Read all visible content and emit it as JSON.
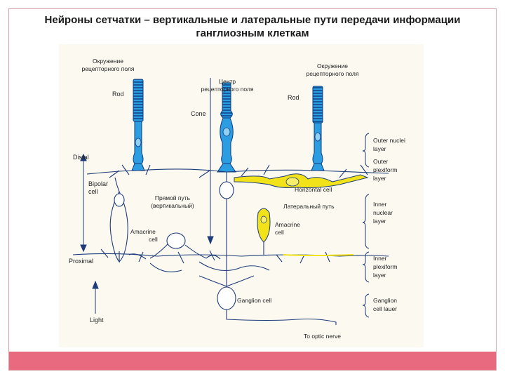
{
  "title": {
    "line1": "Нейроны сетчатки – вертикальные и латеральные пути передачи информации",
    "line2": "ганглиозным клеткам"
  },
  "labels": {
    "surround_left_1": "Окружение",
    "surround_left_2": "рецепторного поля",
    "surround_right_1": "Окружение",
    "surround_right_2": "рецепторного поля",
    "center_1": "Центр",
    "center_2": "рецепторного поля",
    "rod_left": "Rod",
    "rod_right": "Rod",
    "cone": "Cone",
    "distal": "Distal",
    "proximal": "Proximal",
    "bipolar_1": "Bipolar",
    "bipolar_2": "cell",
    "direct_1": "Прямой путь",
    "direct_2": "(вертикальный)",
    "horizontal": "Horizontal cell",
    "lateral": "Латеральный путь",
    "amacrine_left_1": "Amacrine",
    "amacrine_left_2": "cell",
    "amacrine_right_1": "Amacrine",
    "amacrine_right_2": "cell",
    "ganglion": "Ganglion cell",
    "light": "Light",
    "optic_nerve": "To optic nerve"
  },
  "layers": [
    {
      "line1": "Outer nuclei",
      "line2": "layer",
      "line3": ""
    },
    {
      "line1": "Outer",
      "line2": "plexiform",
      "line3": "layer"
    },
    {
      "line1": "Inner",
      "line2": "nuclear",
      "line3": "layer"
    },
    {
      "line1": "Inner",
      "line2": "plexiform",
      "line3": "layer"
    },
    {
      "line1": "Ganglion",
      "line2": "cell lauer",
      "line3": ""
    }
  ],
  "colors": {
    "accent_bar": "#e86a7e",
    "receptor_fill": "#2b9de0",
    "horizontal_fill": "#f2e21a",
    "line": "#1f3c7a"
  }
}
